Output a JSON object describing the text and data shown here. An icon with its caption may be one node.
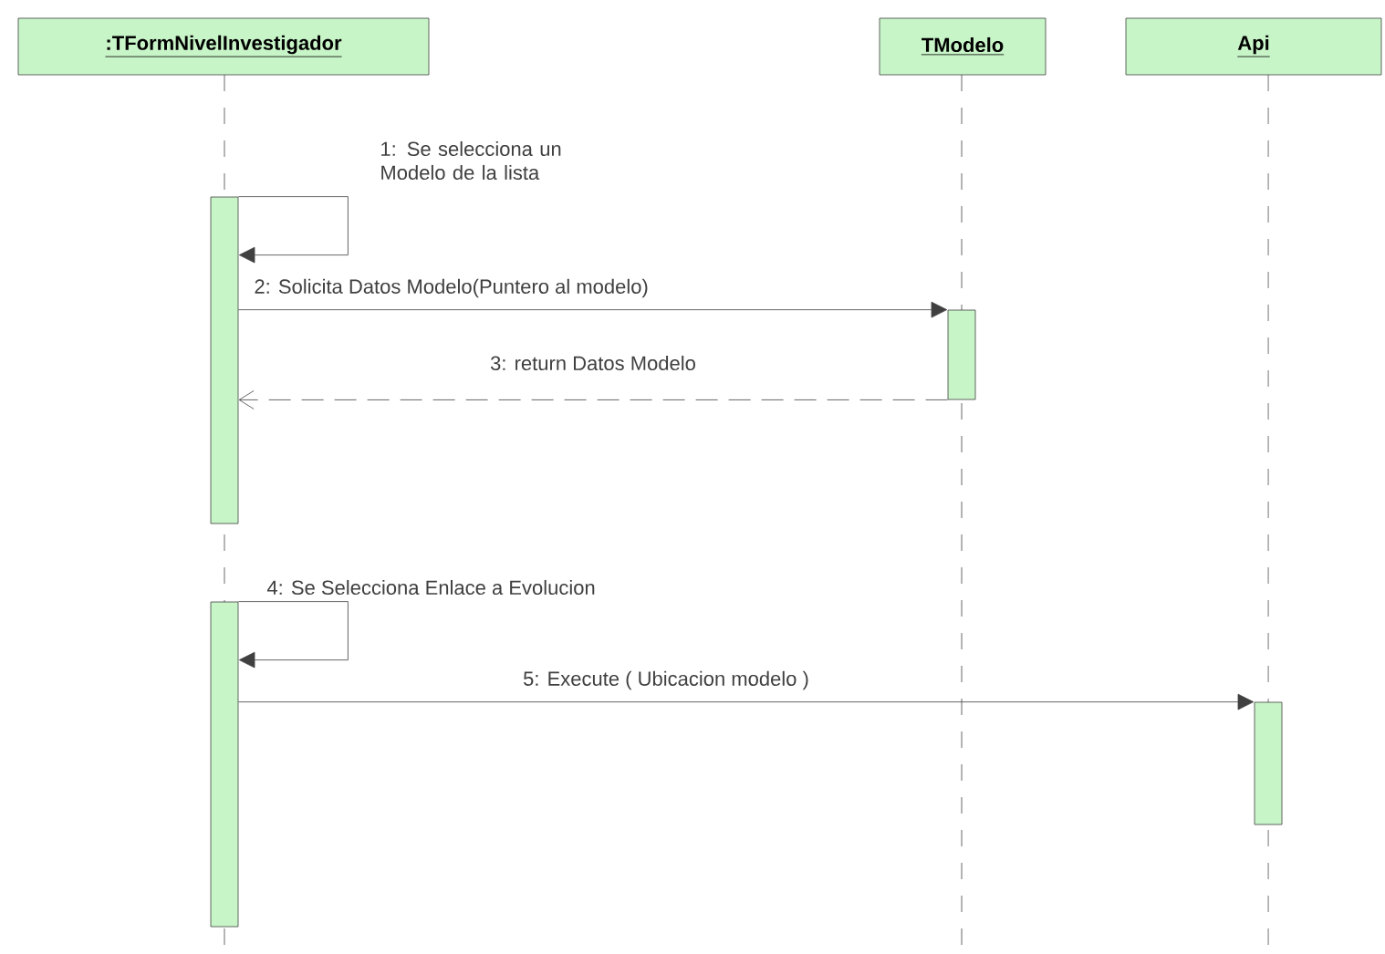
{
  "diagram": {
    "nodes": [
      {
        "text": [
          ":TFormNivelInvestigador"
        ]
      },
      {
        "text": [
          "TModelo"
        ]
      },
      {
        "text": [
          "Api"
        ]
      },
      {
        "text": [],
        "shape": "bar"
      },
      {
        "text": [],
        "shape": "bar"
      },
      {
        "text": [],
        "shape": "bar"
      },
      {
        "text": [],
        "shape": "bar"
      }
    ],
    "edges": [
      {
        "from": 3,
        "to": 3,
        "arrow": "to",
        "label": "1: Se selecciona un Modelo de la lista"
      },
      {
        "from": 3,
        "to": 4,
        "arrow": "to",
        "label": "2: Solicita Datos Modelo(Puntero al modelo)"
      },
      {
        "from": 4,
        "to": 3,
        "arrow": "to",
        "label": "3: return Datos Modelo",
        "style": "dashed"
      },
      {
        "from": 5,
        "to": 5,
        "arrow": "to",
        "label": "4: Se Selecciona Enlace a Evolucion"
      },
      {
        "from": 5,
        "to": 6,
        "arrow": "to",
        "label": "5: Execute ( Ubicacion modelo )"
      }
    ]
  }
}
